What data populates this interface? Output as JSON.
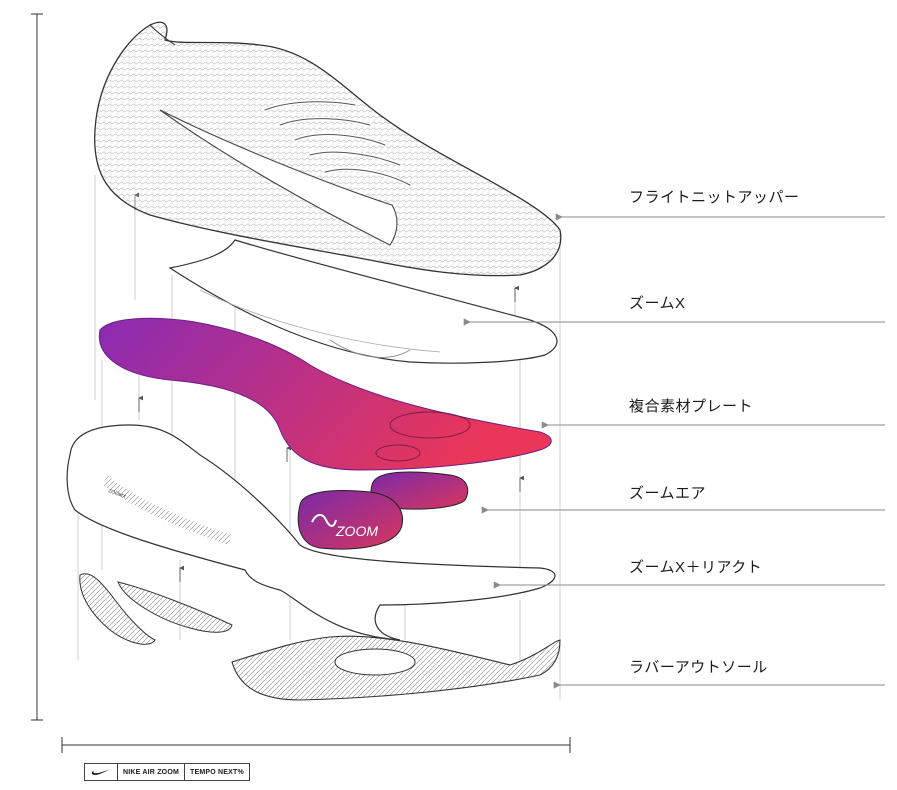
{
  "components": [
    {
      "label": "フライトニットアッパー"
    },
    {
      "label": "ズームX"
    },
    {
      "label": "複合素材プレート"
    },
    {
      "label": "ズームエア"
    },
    {
      "label": "ズームX＋リアクト"
    },
    {
      "label": "ラバーアウトソール"
    }
  ],
  "zoom_unit_text": "ZOOM",
  "footer": {
    "logo_icon": "swoosh-icon",
    "product_line": "NIKE AIR ZOOM",
    "model": "TEMPO NEXT%"
  },
  "colors": {
    "plate_start": "#8a2bb3",
    "plate_end": "#ea3658",
    "zoom_start": "#7a2aa8",
    "zoom_end": "#d8365e"
  }
}
